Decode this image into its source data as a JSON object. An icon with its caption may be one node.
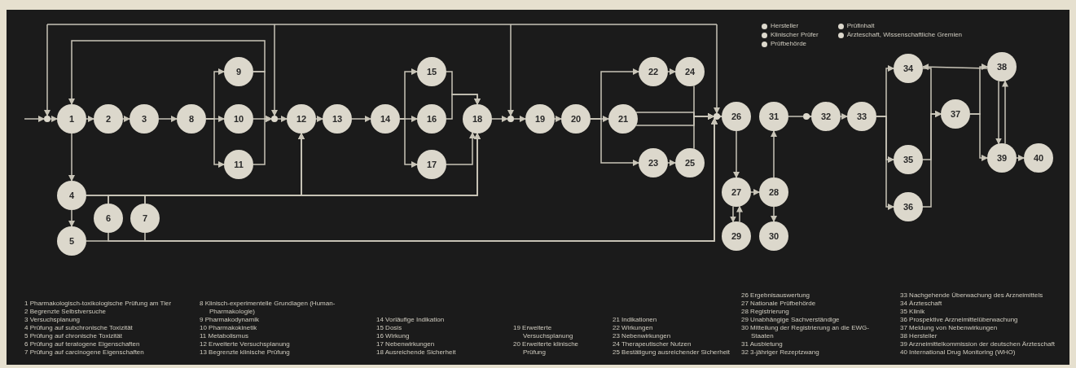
{
  "diagram": {
    "nodes": [
      {
        "text": [
          "1"
        ]
      },
      {
        "text": [
          "2"
        ]
      },
      {
        "text": [
          "3"
        ]
      },
      {
        "text": [
          "4"
        ]
      },
      {
        "text": [
          "5"
        ]
      },
      {
        "text": [
          "6"
        ]
      },
      {
        "text": [
          "7"
        ]
      },
      {
        "text": [
          "8"
        ]
      },
      {
        "text": [
          "9"
        ]
      },
      {
        "text": [
          "10"
        ]
      },
      {
        "text": [
          "11"
        ]
      },
      {
        "text": [
          "12"
        ]
      },
      {
        "text": [
          "13"
        ]
      },
      {
        "text": [
          "14"
        ]
      },
      {
        "text": [
          "15"
        ]
      },
      {
        "text": [
          "16"
        ]
      },
      {
        "text": [
          "17"
        ]
      },
      {
        "text": [
          "18"
        ]
      },
      {
        "text": [
          "19"
        ]
      },
      {
        "text": [
          "20"
        ]
      },
      {
        "text": [
          "21"
        ]
      },
      {
        "text": [
          "22"
        ]
      },
      {
        "text": [
          "23"
        ]
      },
      {
        "text": [
          "24"
        ]
      },
      {
        "text": [
          "25"
        ]
      },
      {
        "text": [
          "26"
        ]
      },
      {
        "text": [
          "27"
        ]
      },
      {
        "text": [
          "28"
        ]
      },
      {
        "text": [
          "29"
        ]
      },
      {
        "text": [
          "30"
        ]
      },
      {
        "text": [
          "31"
        ]
      },
      {
        "text": [
          "32"
        ]
      },
      {
        "text": [
          "33"
        ]
      },
      {
        "text": [
          "34"
        ]
      },
      {
        "text": [
          "35"
        ]
      },
      {
        "text": [
          "36"
        ]
      },
      {
        "text": [
          "37"
        ]
      },
      {
        "text": [
          "38"
        ]
      },
      {
        "text": [
          "39"
        ]
      },
      {
        "text": [
          "40"
        ]
      },
      {
        "text": [],
        "shape": "circle"
      },
      {
        "text": [],
        "shape": "circle"
      },
      {
        "text": [],
        "shape": "circle"
      },
      {
        "text": [],
        "shape": "circle"
      },
      {
        "text": [],
        "shape": "circle"
      }
    ],
    "edges": [
      {
        "from": null,
        "to": 40,
        "arrow": "to"
      },
      {
        "from": 40,
        "to": 0,
        "arrow": "to"
      },
      {
        "from": 0,
        "to": 1,
        "arrow": "to"
      },
      {
        "from": 1,
        "to": 2,
        "arrow": "to"
      },
      {
        "from": 2,
        "to": 7,
        "arrow": "to"
      },
      {
        "from": 7,
        "to": 8,
        "arrow": "to"
      },
      {
        "from": 7,
        "to": 9,
        "arrow": "to"
      },
      {
        "from": 7,
        "to": 10,
        "arrow": "to"
      },
      {
        "from": 8,
        "to": 41,
        "arrow": "to"
      },
      {
        "from": 9,
        "to": 41,
        "arrow": "to"
      },
      {
        "from": 10,
        "to": 41,
        "arrow": "to"
      },
      {
        "from": 8,
        "to": 0,
        "arrow": "to"
      },
      {
        "from": null,
        "to": 40,
        "arrow": "to"
      },
      {
        "from": null,
        "to": 41,
        "arrow": "to"
      },
      {
        "from": null,
        "to": 42,
        "arrow": "to"
      },
      {
        "from": null,
        "to": 43,
        "arrow": "to"
      },
      {
        "from": 41,
        "to": 11,
        "arrow": "to"
      },
      {
        "from": 11,
        "to": 12,
        "arrow": "to"
      },
      {
        "from": 12,
        "to": 13,
        "arrow": "to"
      },
      {
        "from": 13,
        "to": 14,
        "arrow": "to"
      },
      {
        "from": 13,
        "to": 15,
        "arrow": "to"
      },
      {
        "from": 13,
        "to": 16,
        "arrow": "to"
      },
      {
        "from": 14,
        "to": 17,
        "arrow": "to"
      },
      {
        "from": 15,
        "to": 17,
        "arrow": "to"
      },
      {
        "from": 16,
        "to": 17,
        "arrow": "to"
      },
      {
        "from": 17,
        "to": 42,
        "arrow": "to"
      },
      {
        "from": 42,
        "to": 18,
        "arrow": "to"
      },
      {
        "from": 18,
        "to": 19,
        "arrow": "to"
      },
      {
        "from": 19,
        "to": 20,
        "arrow": "to"
      },
      {
        "from": 19,
        "to": 21,
        "arrow": "to"
      },
      {
        "from": 19,
        "to": 22,
        "arrow": "to"
      },
      {
        "from": 20,
        "to": 43,
        "arrow": "to"
      },
      {
        "from": 20,
        "to": 43,
        "arrow": "to"
      },
      {
        "from": 21,
        "to": 23,
        "arrow": "to"
      },
      {
        "from": 22,
        "to": 24,
        "arrow": "to"
      },
      {
        "from": 23,
        "to": 43,
        "arrow": "to"
      },
      {
        "from": 24,
        "to": 43,
        "arrow": "to"
      },
      {
        "from": 0,
        "to": 3,
        "arrow": "to"
      },
      {
        "from": 3,
        "to": 4,
        "arrow": "to"
      },
      {
        "from": 3,
        "to": 11,
        "arrow": "to"
      },
      {
        "from": 3,
        "to": 17,
        "arrow": "to"
      },
      {
        "from": 5,
        "to": 11,
        "arrow": "to"
      },
      {
        "from": 5,
        "to": 17,
        "arrow": "to"
      },
      {
        "from": 6,
        "to": 11,
        "arrow": "to"
      },
      {
        "from": 6,
        "to": 17,
        "arrow": "to"
      },
      {
        "from": 4,
        "to": 43,
        "arrow": "to"
      },
      {
        "from": 5,
        "to": 43,
        "arrow": "to"
      },
      {
        "from": 6,
        "to": 43,
        "arrow": "to"
      },
      {
        "from": 43,
        "to": 25,
        "arrow": "to"
      },
      {
        "from": 25,
        "to": 26,
        "arrow": "to"
      },
      {
        "from": 26,
        "to": 28,
        "arrow": "to"
      },
      {
        "from": 28,
        "to": 26,
        "arrow": "to"
      },
      {
        "from": 26,
        "to": 27,
        "arrow": "to"
      },
      {
        "from": 27,
        "to": 29,
        "arrow": "to"
      },
      {
        "from": 27,
        "to": 30,
        "arrow": "to"
      },
      {
        "from": 30,
        "to": 44,
        "arrow": "none"
      },
      {
        "from": 44,
        "to": 31,
        "arrow": "to"
      },
      {
        "from": 31,
        "to": 32,
        "arrow": "to"
      },
      {
        "from": 32,
        "to": 33,
        "arrow": "to"
      },
      {
        "from": 32,
        "to": 34,
        "arrow": "to"
      },
      {
        "from": 32,
        "to": 35,
        "arrow": "to"
      },
      {
        "from": 33,
        "to": 36,
        "arrow": "to"
      },
      {
        "from": 34,
        "to": 36,
        "arrow": "to"
      },
      {
        "from": 35,
        "to": 36,
        "arrow": "to"
      },
      {
        "from": 36,
        "to": 37,
        "arrow": "to"
      },
      {
        "from": 36,
        "to": 38,
        "arrow": "to"
      },
      {
        "from": 37,
        "to": 33,
        "arrow": "to"
      },
      {
        "from": 37,
        "to": 38,
        "arrow": "to"
      },
      {
        "from": 38,
        "to": 37,
        "arrow": "to"
      },
      {
        "from": 38,
        "to": 39,
        "arrow": "to"
      }
    ],
    "labels": [
      "1 Pharmakologisch-toxikologische Prüfung am Tier",
      "2 Begrenzte Selbstversuche",
      "3 Versuchsplanung",
      "4 Prüfung auf subchronische Toxizität",
      "5 Prüfung auf chronische Toxizität",
      "6 Prüfung auf teratogene Eigenschaften",
      "7 Prüfung auf carcinogene Eigenschaften",
      "8 Klinisch-experimentelle Grundlagen (Human-Pharmakologie)",
      "9 Pharmakodynamik",
      "10 Pharmakokinetik",
      "11 Metabolismus",
      "12 Erweiterte Versuchsplanung",
      "13 Begrenzte klinische Prüfung",
      "14 Vorläufige Indikation",
      "15 Dosis",
      "16 Wirkung",
      "17 Nebenwirkungen",
      "18 Ausreichende Sicherheit",
      "19 Erweiterte Versuchsplanung",
      "20 Erweiterte klinische Prüfung",
      "21 Indikationen",
      "22 Wirkungen",
      "23 Nebenwirkungen",
      "24 Therapeutischer Nutzen",
      "25 Bestätigung ausreichender Sicherheit",
      "26 Ergebnisauswertung",
      "27 Nationale Prüfbehörde",
      "28 Registrierung",
      "29 Unabhängige Sachverständige",
      "30 Mitteilung der Registrierung an die EWG-Staaten",
      "31 Ausbietung",
      "32 3-jähriger Rezeptzwang",
      "33 Nachgehende Überwachung des Arzneimittels",
      "34 Ärzteschaft",
      "35 Klinik",
      "36 Prospektive Arzneimittelüberwachung",
      "37 Meldung von Nebenwirkungen",
      "38 Hersteller",
      "39 Arzneimittelkommission der deutschen Ärzteschaft",
      "40 International Drug Monitoring (WHO)"
    ],
    "legend": [
      {
        "text": "Hersteller",
        "color": "#dcd8cc"
      },
      {
        "text": "Klinischer Prüfer",
        "color": "#dcd8cc"
      },
      {
        "text": "Prüfbehörde",
        "color": "#dcd8cc"
      },
      {
        "text": "Prüfinhalt",
        "color": "#dcd8cc"
      },
      {
        "text": "Ärzteschaft, Wissenschaftliche Gremien",
        "color": "#dcd8cc"
      }
    ]
  }
}
